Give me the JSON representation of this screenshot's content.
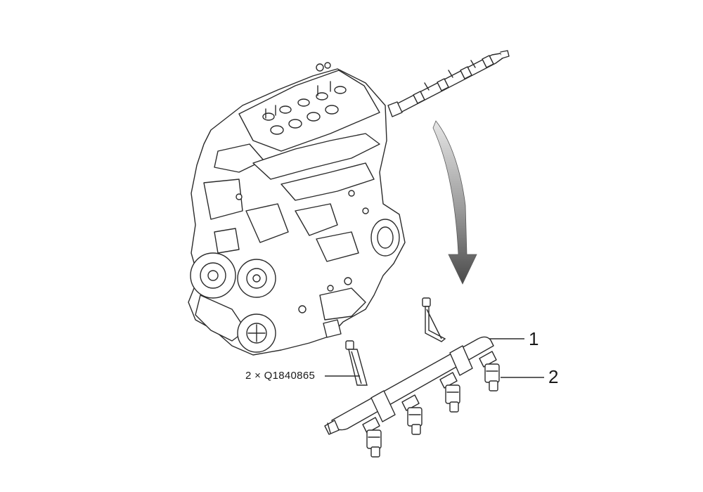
{
  "callouts": {
    "fuel_rail": "1",
    "injector": "2",
    "bolt_note": "2 × Q1840865"
  },
  "colors": {
    "line": "#2b2b2b",
    "arrow_dark": "#4a4a4a",
    "arrow_light": "#c4c4c4",
    "background": "#ffffff"
  }
}
